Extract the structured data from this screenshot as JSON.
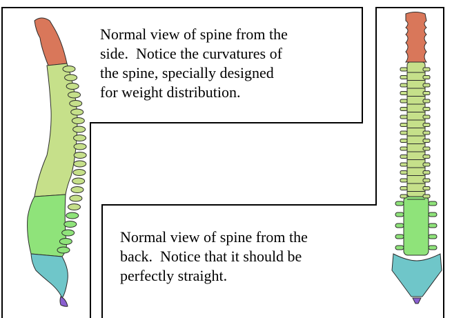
{
  "captions": {
    "side_view": [
      "Normal view of spine from the",
      "side.  Notice the curvatures of",
      "the spine, specially designed",
      "for weight distribution."
    ],
    "back_view": [
      "Normal view of spine from the",
      "back.  Notice that it should be",
      "perfectly straight."
    ]
  },
  "colors": {
    "cervical": "#d9775a",
    "thoracic": "#c6e08a",
    "lumbar": "#8fe37a",
    "sacrum": "#6fc6c9",
    "coccyx": "#8a5fd0",
    "outline": "#2b2b2b",
    "box_border": "#000000"
  },
  "illustrations": [
    {
      "name": "side-view-spine",
      "regions": [
        "cervical",
        "thoracic",
        "lumbar",
        "sacrum",
        "coccyx"
      ]
    },
    {
      "name": "back-view-spine",
      "regions": [
        "cervical",
        "thoracic",
        "lumbar",
        "sacrum",
        "coccyx"
      ]
    }
  ]
}
